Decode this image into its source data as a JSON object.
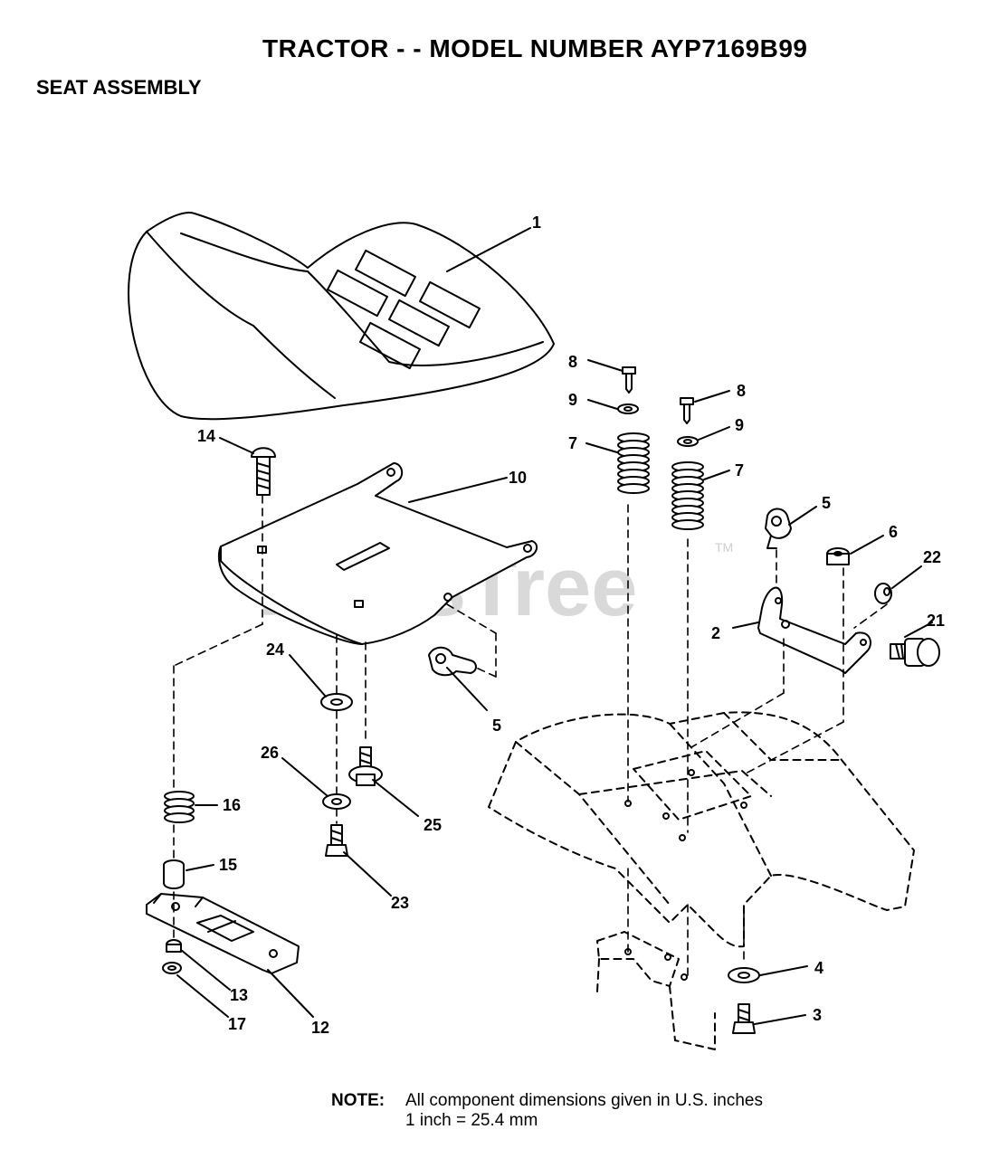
{
  "header": {
    "title": "TRACTOR - - MODEL NUMBER AYP7169B99",
    "subtitle": "SEAT ASSEMBLY"
  },
  "watermark": {
    "text": "PartsTree",
    "mark": "TM"
  },
  "callouts": {
    "c1": "1",
    "c2": "2",
    "c3": "3",
    "c4": "4",
    "c5a": "5",
    "c5b": "5",
    "c6": "6",
    "c7a": "7",
    "c7b": "7",
    "c8a": "8",
    "c8b": "8",
    "c9a": "9",
    "c9b": "9",
    "c10": "10",
    "c12": "12",
    "c13": "13",
    "c14": "14",
    "c15": "15",
    "c16": "16",
    "c17": "17",
    "c21": "21",
    "c22": "22",
    "c23": "23",
    "c24": "24",
    "c25": "25",
    "c26": "26"
  },
  "note": {
    "label": "NOTE:",
    "line1": "All component dimensions given in U.S. inches",
    "line2": "1 inch = 25.4 mm"
  },
  "colors": {
    "ink": "#000000",
    "watermark": "#d9d9d9",
    "background": "#ffffff"
  }
}
